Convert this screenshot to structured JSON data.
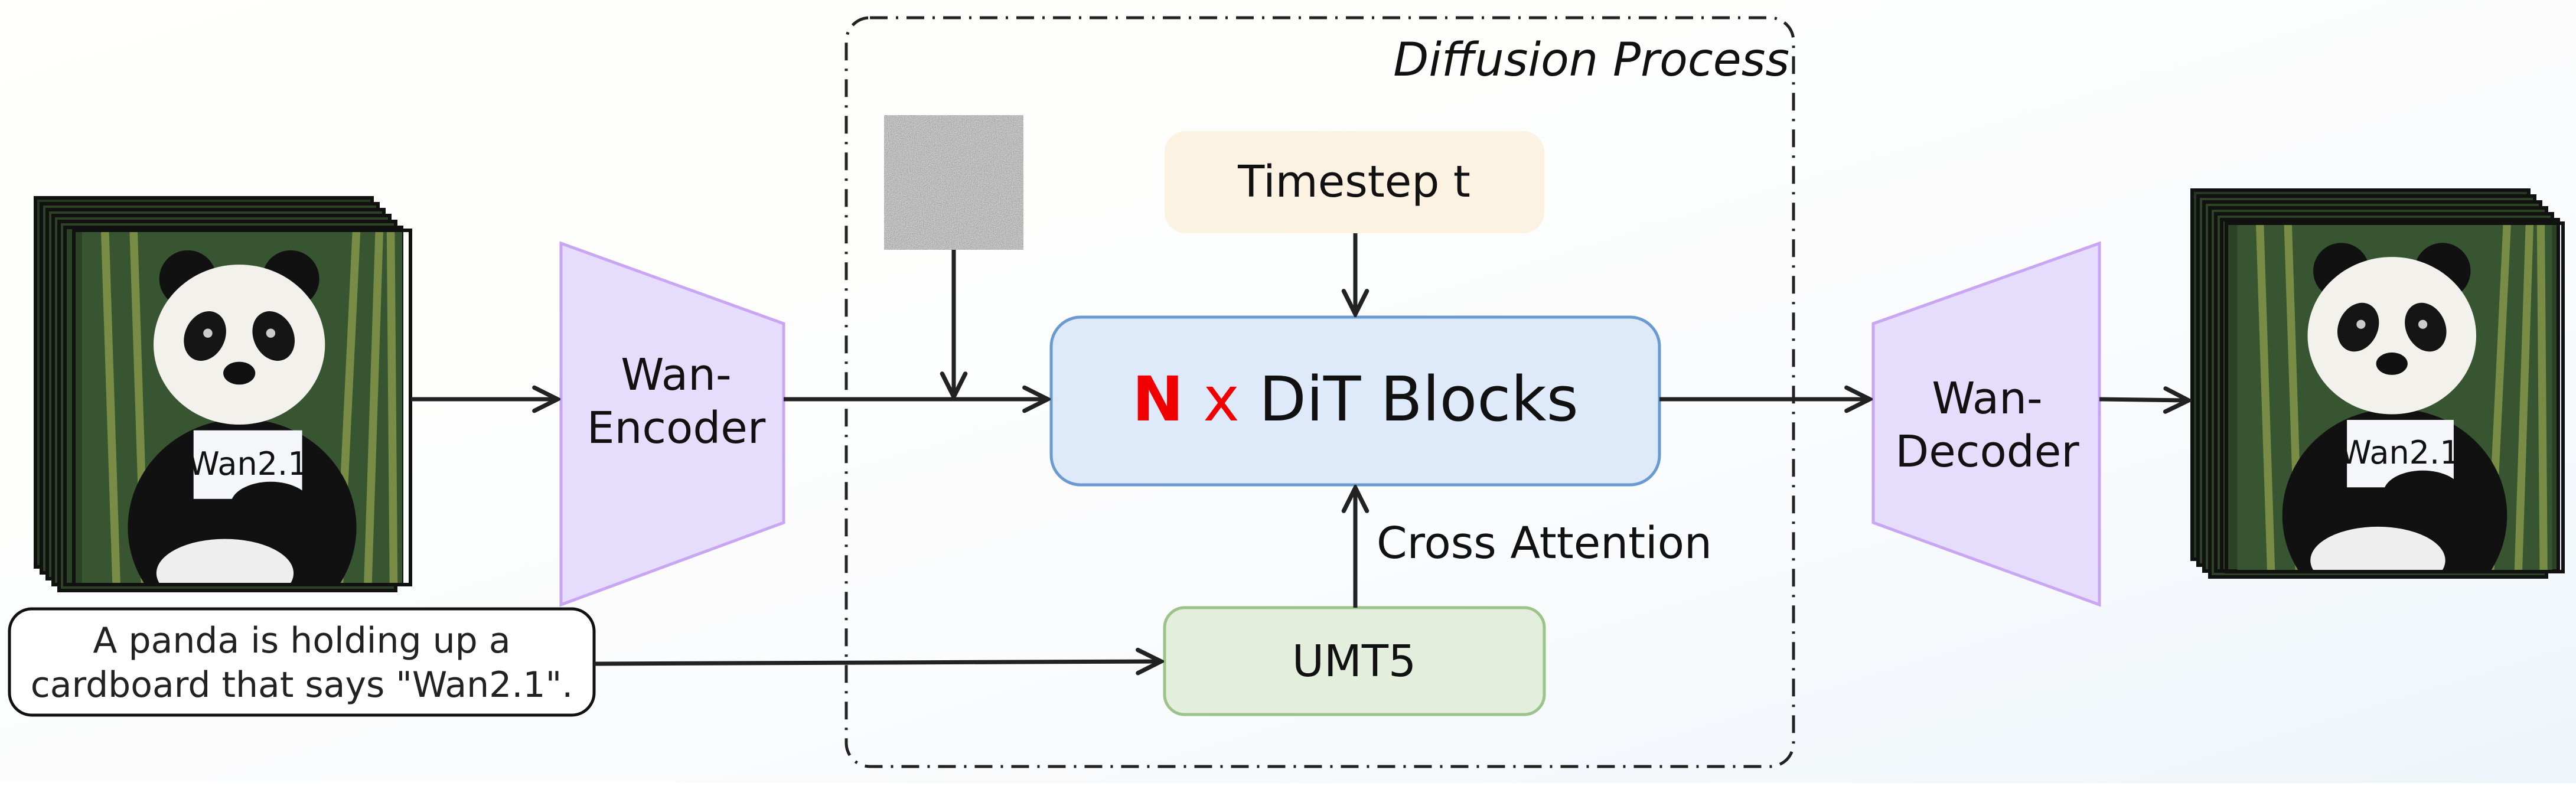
{
  "diagram": {
    "diffusion_label": "Diffusion Process",
    "encoder": {
      "line1": "Wan-",
      "line2": "Encoder"
    },
    "decoder": {
      "line1": "Wan-",
      "line2": "Decoder"
    },
    "timestep": "Timestep t",
    "dit": {
      "n": "N",
      "x": "x",
      "label": "DiT Blocks"
    },
    "cross_attention": "Cross Attention",
    "text_encoder": "UMT5",
    "prompt": {
      "line1": "A panda is holding up a",
      "line2": "cardboard that says \"Wan2.1\"."
    },
    "sign_text": "Wan2.1"
  },
  "colors": {
    "trapezoid_fill": "#E6DDFC",
    "trapezoid_stroke": "#C9A6F2",
    "timestep_fill": "#FBF2E1",
    "dit_fill": "#DEEAFA",
    "dit_stroke": "#6A9BD0",
    "umt5_fill": "#E3EFDC",
    "umt5_stroke": "#9CC38A",
    "highlight": "#F00000"
  }
}
